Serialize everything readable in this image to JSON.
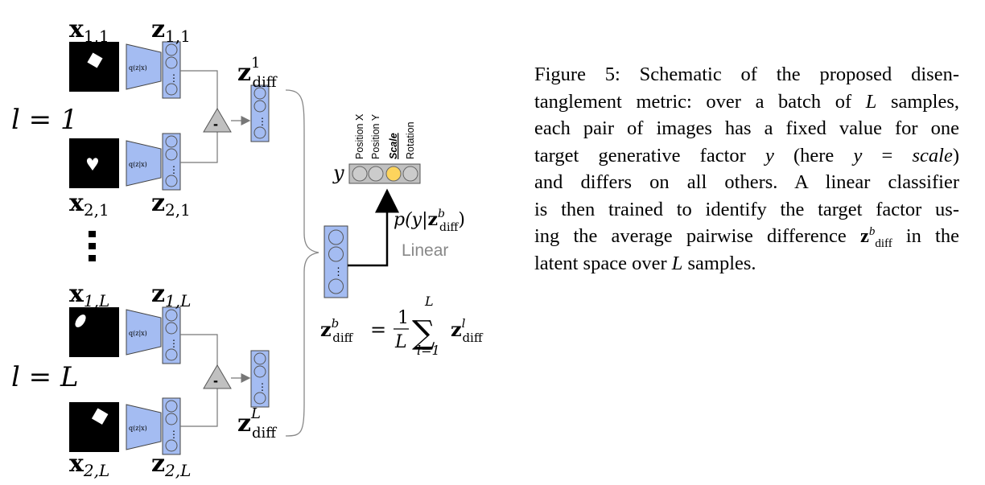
{
  "diagram": {
    "labels": {
      "x11_base": "x",
      "x11_sub": "1,1",
      "z11_base": "z",
      "z11_sub": "1,1",
      "x21_base": "x",
      "x21_sub": "2,1",
      "z21_base": "z",
      "z21_sub": "2,1",
      "x1L_base": "x",
      "x1L_sub": "1,L",
      "z1L_base": "z",
      "z1L_sub": "1,L",
      "x2L_base": "x",
      "x2L_sub": "2,L",
      "z2L_base": "z",
      "z2L_sub": "2,L",
      "l_eq_1": "l = 1",
      "l_eq_L": "l = L",
      "zdiff1_base": "z",
      "zdiff1_sup": "1",
      "zdiff1_sub": "diff",
      "zdiffL_base": "z",
      "zdiffL_sup": "L",
      "zdiffL_sub": "diff",
      "encoder": "q(z|x)",
      "minus": "-",
      "ellipsis": "⋮",
      "y_label": "y",
      "factor_1": "Position X",
      "factor_2": "Position Y",
      "factor_3": "Scale",
      "factor_4": "Rotation",
      "prob_prefix": "p(y|",
      "prob_z": "z",
      "prob_sup": "b",
      "prob_sub": "diff",
      "prob_suffix": ")",
      "linear": "Linear",
      "formula_z": "z",
      "formula_sup": "b",
      "formula_sub": "diff",
      "formula_eq": "=",
      "formula_num": "1",
      "formula_den": "L",
      "formula_sum": "∑",
      "formula_sum_top": "L",
      "formula_sum_bottom": "l=1",
      "formula_term_z": "z",
      "formula_term_sup": "l",
      "formula_term_sub": "diff"
    },
    "colors": {
      "encoder_fill": "#a4bcf2",
      "latent_fill": "#a4bcf2",
      "circle_fill": "#a4bcf2",
      "subtract_fill": "#c0c0c0",
      "classifier_fill": "#c0c0c0",
      "highlight": "#fdd45d",
      "neutral_circle": "#cccccc",
      "linear_text": "#888888"
    }
  },
  "caption": {
    "l1": "Figure 5: Schematic of the proposed disen-",
    "l2a": "tanglement metric: over a batch of ",
    "l2L": "L",
    "l2b": " samples,",
    "l3": "each pair of images has a fixed value for one",
    "l4a": "target generative factor ",
    "l4y": "y",
    "l4b": " (here ",
    "l4y2": "y",
    "l4eq": " = ",
    "l4scale": "scale",
    "l4c": ")",
    "l5": "and differs on all others.  A linear classifier",
    "l6": "is then trained to identify the target factor us-",
    "l7a": "ing the average pairwise difference ",
    "l7z": "z",
    "l7sup": "b",
    "l7sub": "diff",
    "l7b": " in the",
    "l8a": "latent space over ",
    "l8L": "L",
    "l8b": " samples."
  }
}
